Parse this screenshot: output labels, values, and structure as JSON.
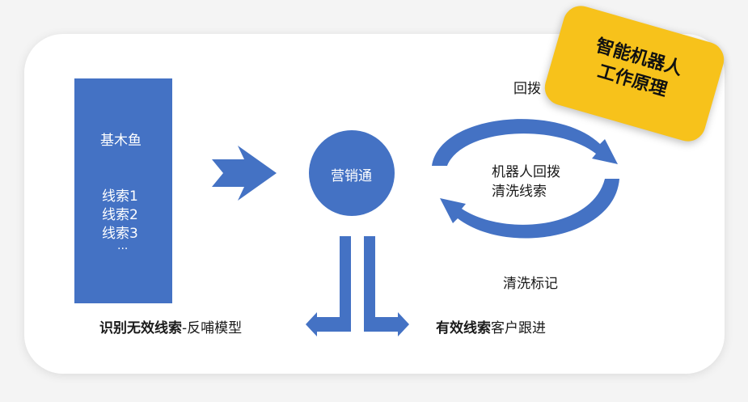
{
  "source": {
    "title": "基木鱼",
    "leads": [
      "线索1",
      "线索2",
      "线索3"
    ],
    "ellipsis": "..."
  },
  "hub": {
    "label": "营销通"
  },
  "loop": {
    "top_label": "回拨",
    "bottom_label": "清洗标记",
    "center_line1": "机器人回拨",
    "center_line2": "清洗线索"
  },
  "outputs": {
    "left_bold": "识别无效线索",
    "left_rest": "-反哺模型",
    "right_bold": "有效线索",
    "right_rest": "客户跟进"
  },
  "badge": {
    "line1": "智能机器人",
    "line2": "工作原理"
  },
  "colors": {
    "primary": "#4472c4",
    "badge": "#f7c21b",
    "text": "#1a1a1a"
  }
}
